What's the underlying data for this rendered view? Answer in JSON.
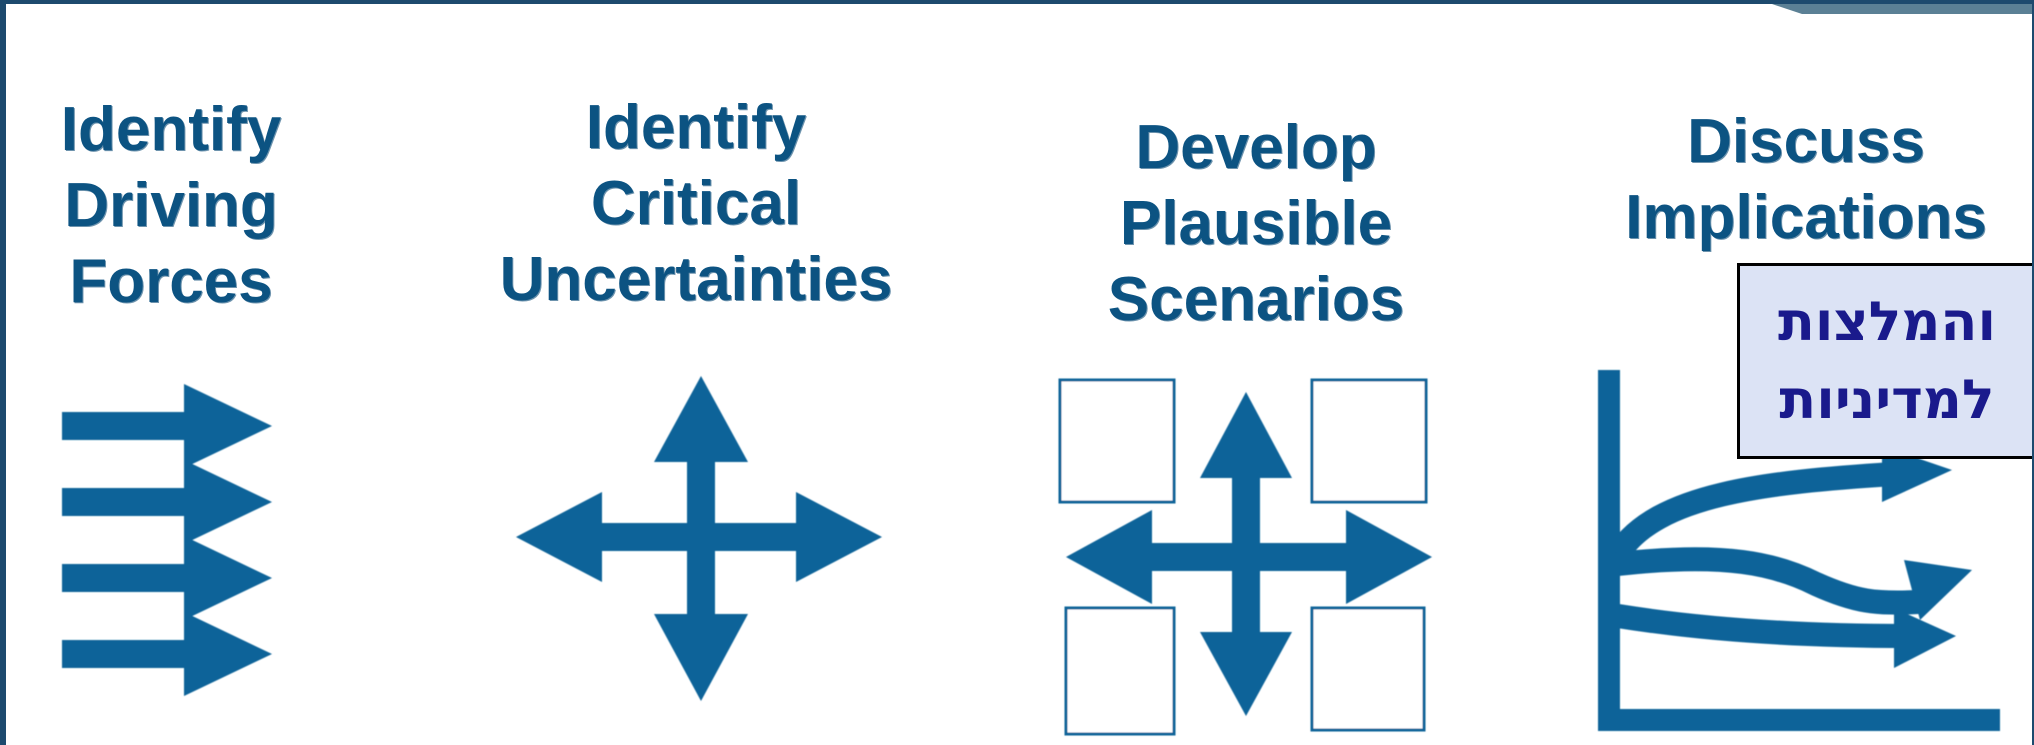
{
  "steps": [
    {
      "title": "Identify\nDriving\nForces",
      "icon": "parallel-arrows-icon"
    },
    {
      "title": "Identify\nCritical\nUncertainties",
      "icon": "four-way-arrows-icon"
    },
    {
      "title": "Develop\nPlausible\nScenarios",
      "icon": "scenario-quadrants-icon"
    },
    {
      "title": "Discuss\nImplications\n&",
      "icon": "diverging-trends-icon"
    }
  ],
  "callout": {
    "line1": "והמלצות",
    "line2": "למדיניות"
  },
  "colors": {
    "primary": "#0c6399",
    "title_text": "#0c5382",
    "callout_bg": "#dce3f5",
    "callout_text": "#1a1a8c"
  }
}
